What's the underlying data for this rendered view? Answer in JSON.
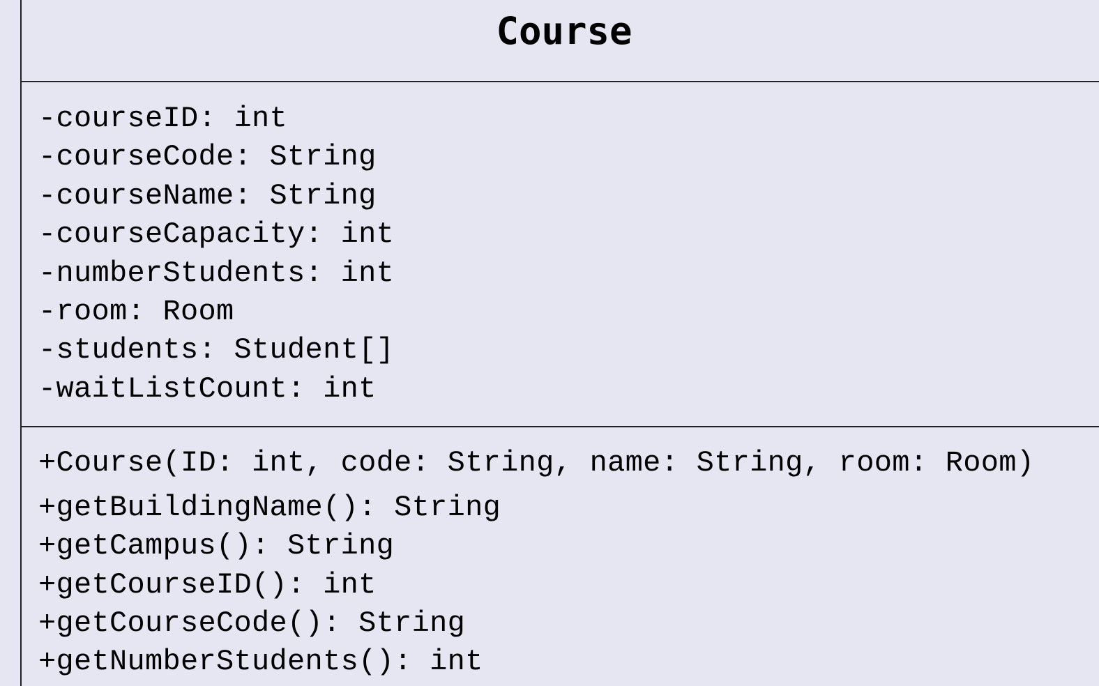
{
  "class_name": "Course",
  "attributes": [
    "-courseID: int",
    "-courseCode: String",
    "-courseName: String",
    "-courseCapacity: int",
    "-numberStudents: int",
    "-room: Room",
    "-students: Student[]",
    "-waitListCount: int"
  ],
  "constructor": "+Course(ID: int, code: String, name: String, room: Room)",
  "operations": [
    "+getBuildingName(): String",
    "+getCampus(): String",
    "+getCourseID(): int",
    "+getCourseCode(): String",
    "+getNumberStudents(): int"
  ],
  "colors": {
    "background": "#e6e6f2",
    "border": "#222222",
    "text": "#000000"
  }
}
